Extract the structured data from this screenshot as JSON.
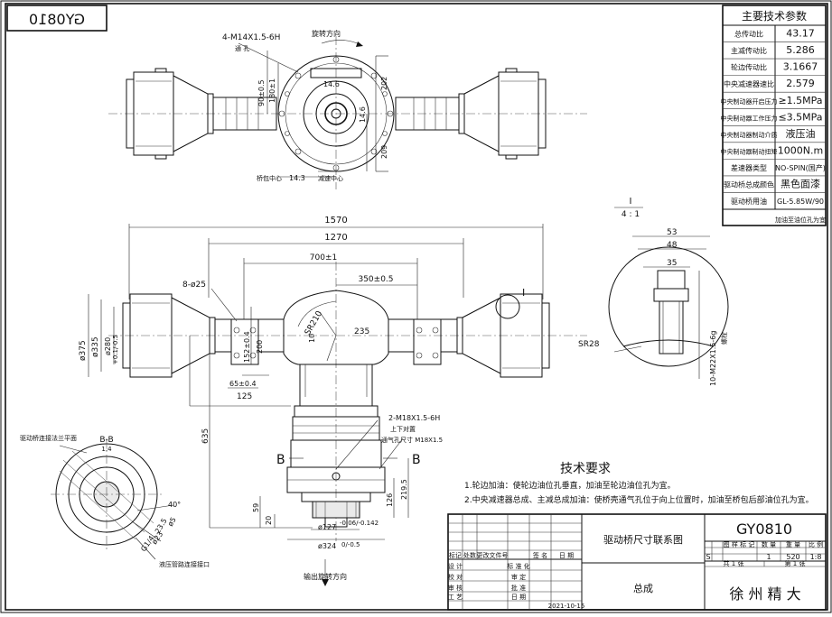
{
  "drawing": {
    "mirrored_code": "GY0810",
    "drawing_no": "GY0810",
    "drawing_name": "驱动桥尺寸联系图",
    "assembly": "总成",
    "company": "徐 州 精 大",
    "date": "2021-10-15",
    "stage": "S",
    "qty": "1",
    "weight": "520",
    "scale": "1:8",
    "sheet_total": "共 1 张",
    "sheet_no": "第 1 张"
  },
  "title_block": {
    "col_headers": [
      "标记",
      "处数",
      "更改文件号",
      "签 名",
      "日 期"
    ],
    "roles": [
      "设 计",
      "校 对",
      "审 核",
      "工 艺"
    ],
    "roles2": [
      "标 准 化",
      "审 定",
      "批 准",
      "日 期"
    ],
    "meta_headers": [
      "图 样 标 记",
      "数 量",
      "重 量",
      "比 例"
    ]
  },
  "params": {
    "title": "主要技术参数",
    "rows": [
      {
        "label": "总传动比",
        "value": "43.17"
      },
      {
        "label": "主减传动比",
        "value": "5.286"
      },
      {
        "label": "轮边传动比",
        "value": "3.1667"
      },
      {
        "label": "中央减速器速比",
        "value": "2.579"
      },
      {
        "label": "中央制动器开启压力",
        "value": "≥1.5MPa"
      },
      {
        "label": "中央制动器工作压力",
        "value": "≤3.5MPa"
      },
      {
        "label": "中央制动器制动介质",
        "value": "液压油"
      },
      {
        "label": "中央制动器制动扭矩",
        "value": "1000N.m"
      },
      {
        "label": "差速器类型",
        "value": "NO-SPIN(国产)"
      },
      {
        "label": "驱动桥总成颜色",
        "value": "黑色面漆"
      },
      {
        "label": "驱动桥用油",
        "value": "GL-5.85W/90"
      }
    ],
    "footnote": "加油至油位孔为宜"
  },
  "tech": {
    "title": "技术要求",
    "lines": [
      "1.轮边加油：使轮边油位孔垂直，加油至轮边油位孔为宜。",
      "2.中央减速器总成、主减总成加油：使桥壳通气孔位于向上位置时，加油至桥包后部油位孔为宜。"
    ]
  },
  "labels": {
    "thread_top": "4-M14X1.5-6H",
    "thread_top_sub": "通 孔",
    "rotation": "旋转方向",
    "d90": "90±0.5",
    "d180": "180±1",
    "d146": "14.6",
    "d146b": "14.6",
    "d202": "202",
    "d209": "209",
    "d143": "14.3",
    "axle_center": "桥包中心",
    "diff_center": "减速中心",
    "d1570": "1570",
    "d1270": "1270",
    "d700": "700±1",
    "d350": "350±0.5",
    "holes": "8-ø25",
    "sr210": "SR210",
    "d235": "235",
    "d10": "10",
    "d375": "ø375",
    "d335": "ø335",
    "d280": "ø280",
    "d280tol": "+0.1/-0.5",
    "d152": "152±0.4",
    "d200": "200",
    "d65": "65±0.4",
    "d125": "125",
    "d635": "635",
    "mark_i": "I",
    "detail_title": "I",
    "detail_scale": "4 : 1",
    "d53": "53",
    "d48": "48",
    "d35": "35",
    "sr28": "SR28",
    "m22": "10-M22X1.5-6g",
    "m22_note": "螺栓",
    "thread_m18": "2-M18X1.5-6H",
    "thread_m18_sub": "上下对置",
    "vent": "通气孔尺寸 M18X1.5",
    "section_b": "B",
    "d126": "126",
    "d2195": "219.5",
    "d59": "59",
    "d20": "20",
    "d127": "ø127",
    "d127tol": "-0.06/-0.142",
    "d324": "ø324",
    "d324tol": "0/-0.5",
    "input_rot": "输出旋转方向",
    "section_title": "B-B",
    "section_scale": "1:4",
    "flange_face": "驱动桥连接法兰平面",
    "d40": "40°",
    "d235b": "23.5",
    "d5": "ø5",
    "gi4": "G1/4",
    "d23": "ø23",
    "brake_port": "液压管路连接接口"
  }
}
